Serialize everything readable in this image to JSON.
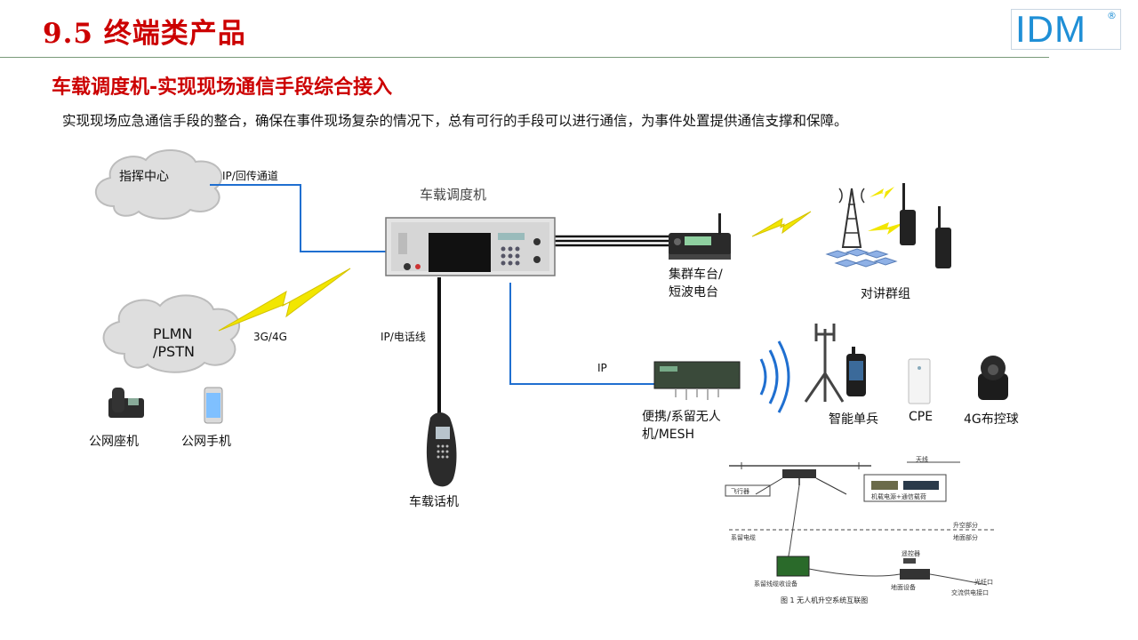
{
  "header": {
    "section_title": "9.5  终端类产品",
    "logo_text": "IDM",
    "logo_mark": "®"
  },
  "subtitle": "车载调度机-实现现场通信手段综合接入",
  "description": "实现现场应急通信手段的整合，确保在事件现场复杂的情况下，总有可行的手段可以进行通信，为事件处置提供通信支撑和保障。",
  "diagram": {
    "command_center": "指挥中心",
    "ip_backhaul": "IP/回传通道",
    "dispatcher": "车载调度机",
    "plmn": "PLMN",
    "pstn": "/PSTN",
    "net_3g4g": "3G/4G",
    "ip_phone_line": "IP/电话线",
    "trunk_radio_1": "集群车台/",
    "trunk_radio_2": "短波电台",
    "talk_group": "对讲群组",
    "ip": "IP",
    "portable_1": "便携/系留无人",
    "portable_2": "机/MESH",
    "smart_soldier": "智能单兵",
    "cpe": "CPE",
    "dome_4g": "4G布控球",
    "public_landline": "公网座机",
    "public_mobile": "公网手机",
    "car_phone": "车载话机"
  },
  "uav_figure": {
    "antenna": "天线",
    "flyer": "飞行器",
    "payload": "机载电源+通信载荷",
    "air_part": "升空部分",
    "ground_part": "地面部分",
    "tether_cable": "系留电缆",
    "tether_recv": "系留线缆收设备",
    "remote": "遥控器",
    "ground_equipment": "地面设备",
    "fiber": "光纤口",
    "ac_power": "交流供电接口",
    "caption": "图 1  无人机升空系统互联图"
  },
  "colors": {
    "title_red": "#cc0000",
    "link_blue": "#1f6fd0",
    "bolt_yellow": "#f2e600",
    "logo_blue": "#1f8fd6"
  }
}
